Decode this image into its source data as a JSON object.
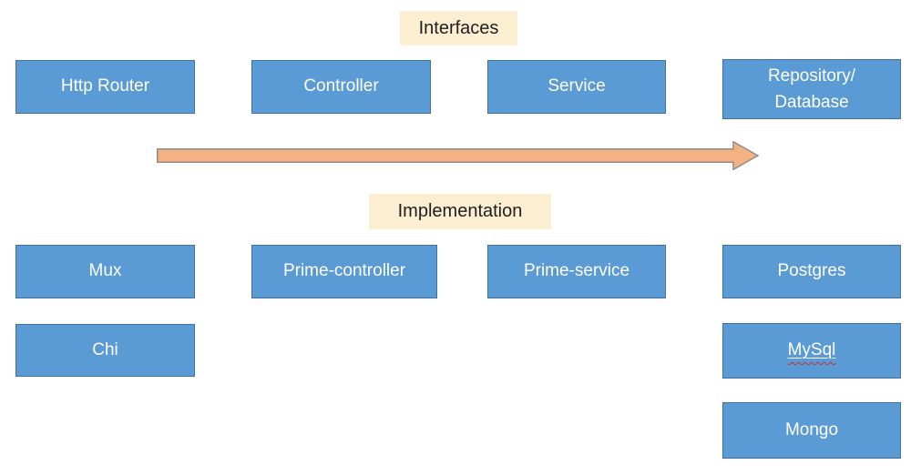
{
  "section_labels": {
    "interfaces": "Interfaces",
    "implementation": "Implementation"
  },
  "interface_boxes": {
    "http_router": "Http Router",
    "controller": "Controller",
    "service": "Service",
    "repository_line1": "Repository/",
    "repository_line2": "Database"
  },
  "implementation_boxes": {
    "mux": "Mux",
    "chi": "Chi",
    "prime_controller": "Prime-controller",
    "prime_service": "Prime-service",
    "postgres": "Postgres",
    "mysql": "MySql",
    "mongo": "Mongo"
  },
  "icons": {
    "flow_arrow": "right-arrow"
  },
  "colors": {
    "box_fill": "#5B9BD5",
    "box_border": "#41719C",
    "box_text": "#FFFFFF",
    "label_fill": "#FCEED0",
    "label_text": "#1F1F1F",
    "arrow_fill": "#F4B183",
    "arrow_border": "#8C8C8C",
    "spellcheck_underline": "#C23030"
  }
}
